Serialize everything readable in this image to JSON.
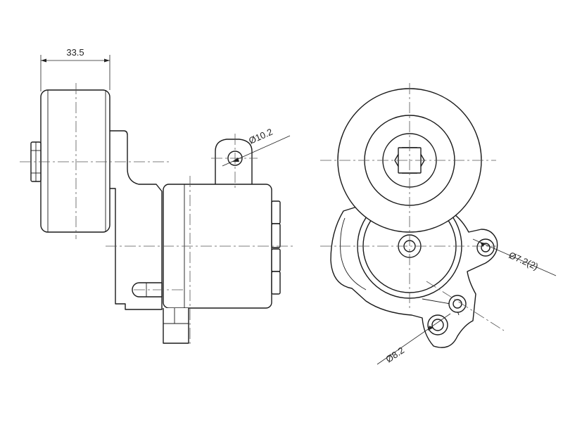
{
  "dimensions": {
    "width_label": "33.5",
    "stud_hole_label": "Ø10.2",
    "side_holes_label": "Ø7.2(2)",
    "bottom_hole_label": "Ø8.2"
  },
  "colors": {
    "line": "#1a1a1a",
    "background": "#ffffff"
  }
}
